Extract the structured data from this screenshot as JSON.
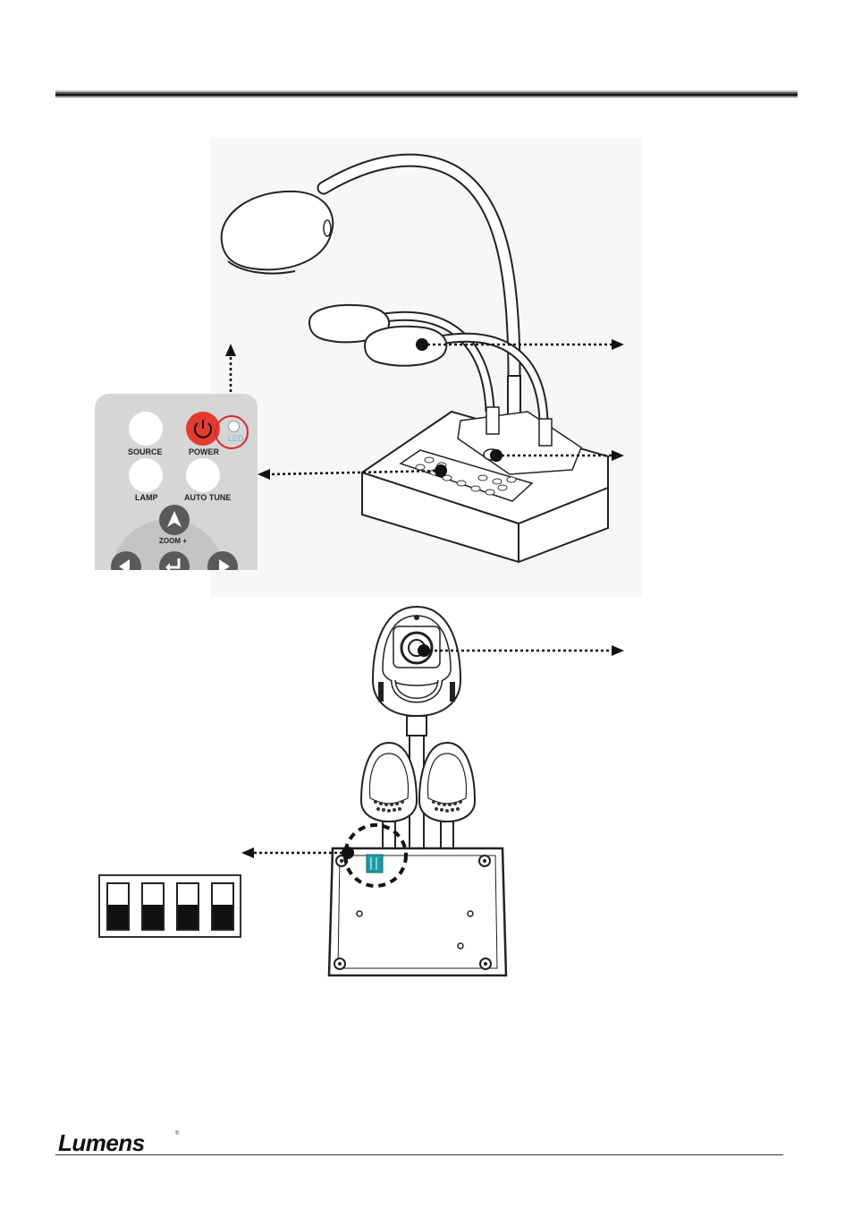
{
  "document": {
    "brand": {
      "logo_text": "Lumens",
      "logo_mark": "®"
    }
  },
  "remote": {
    "buttons": {
      "source": "SOURCE",
      "power": "POWER",
      "led": "LED",
      "lamp": "LAMP",
      "auto_tune": "AUTO TUNE",
      "zoom_plus": "ZOOM +"
    },
    "icons": [
      "power-icon",
      "arrow-up-icon",
      "arrow-left-icon",
      "enter-icon",
      "arrow-right-icon"
    ]
  },
  "dip_switches": {
    "count": 4,
    "positions": [
      "down",
      "down",
      "down",
      "down"
    ]
  },
  "colors": {
    "power_button": "#e53b2c",
    "led_circle": "#e0262c",
    "led_text": "#6fb6dd",
    "switch_indicator": "#1a9ca3",
    "remote_body": "#d6d6d6",
    "remote_button_dark": "#5a5a5a"
  }
}
